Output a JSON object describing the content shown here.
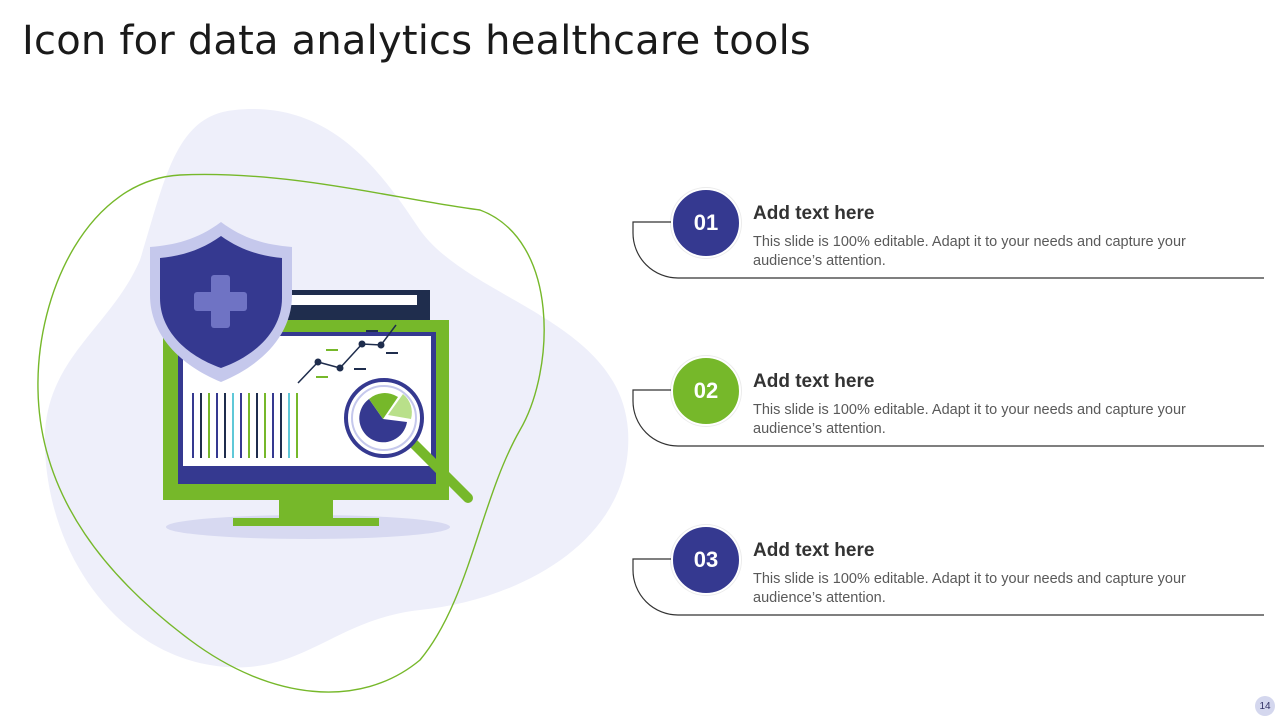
{
  "slide": {
    "title": "Icon for data analytics healthcare tools",
    "page_number": "14"
  },
  "colors": {
    "navy": "#353990",
    "green": "#76b82a",
    "blob": "#eeeffa",
    "shield_light": "#c5c8ec"
  },
  "icons": [
    "shield-plus-icon",
    "monitor-icon",
    "line-chart-icon",
    "bar-chart-icon",
    "pie-chart-icon",
    "magnifier-icon"
  ],
  "items": [
    {
      "number": "01",
      "heading": "Add text here",
      "text": "This slide is 100% editable. Adapt it to your  needs and capture your audience’s attention.",
      "color": "#353990"
    },
    {
      "number": "02",
      "heading": "Add text here",
      "text": "This slide is 100% editable. Adapt it to your  needs and capture your audience’s attention.",
      "color": "#76b82a"
    },
    {
      "number": "03",
      "heading": "Add text here",
      "text": "This slide is 100% editable. Adapt it to your  needs and capture your audience’s attention.",
      "color": "#353990"
    }
  ]
}
